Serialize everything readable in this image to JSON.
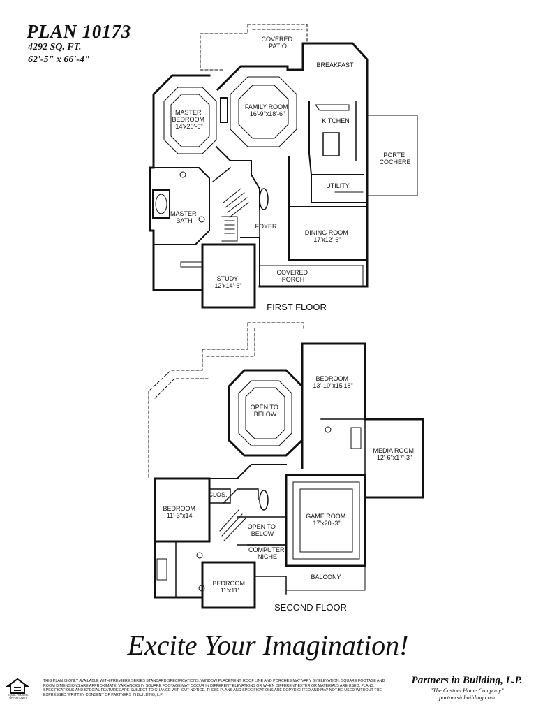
{
  "plan": {
    "title": "PLAN 10173",
    "sqft": "4292 SQ. FT.",
    "dimensions": "62'-5\" x 66'-4\""
  },
  "first_floor": {
    "label": "FIRST FLOOR",
    "rooms": {
      "covered_patio": [
        "COVERED",
        "PATIO"
      ],
      "breakfast": "BREAKFAST",
      "family_room": [
        "FAMILY ROOM",
        "16'-9\"x18'-6\""
      ],
      "master_bedroom": [
        "MASTER",
        "BEDROOM",
        "14'x20'-6\""
      ],
      "kitchen": "KITCHEN",
      "porte_cochere": [
        "PORTE",
        "COCHERE"
      ],
      "utility": "UTILITY",
      "master_bath": [
        "MASTER",
        "BATH"
      ],
      "foyer": "FOYER",
      "dining_room": [
        "DINING ROOM",
        "17'x12'-6\""
      ],
      "study": [
        "STUDY",
        "12'x14'-6\""
      ],
      "covered_porch": [
        "COVERED",
        "PORCH"
      ]
    }
  },
  "second_floor": {
    "label": "SECOND FLOOR",
    "rooms": {
      "bedroom_2": [
        "BEDROOM",
        "13'-10\"x15'18\""
      ],
      "open_to_below_1": [
        "OPEN TO",
        "BELOW"
      ],
      "media_room": [
        "MEDIA ROOM",
        "12'-6\"x17'-3\""
      ],
      "clos": "CLOS.",
      "bedroom_3": [
        "BEDROOM",
        "11'-3\"x14'"
      ],
      "open_to_below_2": [
        "OPEN TO",
        "BELOW"
      ],
      "game_room": [
        "GAME ROOM",
        "17'x20'-3\""
      ],
      "computer_niche": [
        "COMPUTER",
        "NICHE"
      ],
      "bedroom_4": [
        "BEDROOM",
        "11'x11'"
      ],
      "balcony": "BALCONY"
    }
  },
  "slogan": "Excite Your Imagination!",
  "disclaimer": "THIS PLAN IS ONLY AVAILABLE WITH PREMIERE SERIES STANDARD SPECIFICATIONS. WINDOW PLACEMENT, ROOF LINE AND PORCHES MAY VARY BY ELEVATION. SQUARE FOOTAGE AND ROOM DIMENSIONS ARE APPROXIMATE. VARIANCES IN SQUARE FOOTAGE MAY OCCUR IN DIFFERENT ELEVATIONS OR WHEN DIFFERENT EXTERIOR MATERIALS ARE USED. PLANS, SPECIFICATIONS AND SPECIAL FEATURES ARE SUBJECT TO CHANGE WITHOUT NOTICE. THESE PLANS AND SPECIFICATIONS ARE COPYRIGHTED AND MAY NOT BE USED WITHOUT THE EXPRESSED WRITTEN CONSENT OF PARTNERS IN BUILDING, L.P.",
  "builder": {
    "name": "Partners in Building, L.P.",
    "tagline": "\"The Custom Home Company\"",
    "url": "partnersinbuilding.com"
  },
  "equal_housing": "EQUAL HOUSING OPPORTUNITY"
}
